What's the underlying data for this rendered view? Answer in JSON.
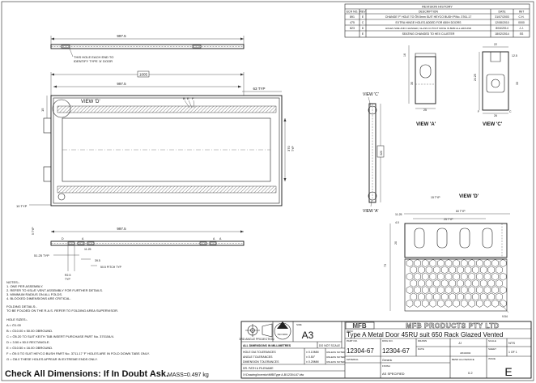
{
  "revision": {
    "title": "REVISION HISTORY",
    "headers": [
      "ECR NO.",
      "REV",
      "DESCRIPTION",
      "DATE",
      "INIT"
    ],
    "rows": [
      [
        "891",
        "E",
        "CHANGE 'F' HOLE TO Õ9.5mm SUIT HEYCO BUSH P/No. 3761-17",
        "31/07/2003",
        "C.H."
      ],
      [
        "475",
        "C",
        "EXTRA HINGE HOLES ADDED FOR 650H DOORS",
        "12/08/2010",
        "0000"
      ],
      [
        "823",
        "D",
        "HOLES SIZE AND CHANGED, GLASS CUTOUT MOVE IN 8MM ALL AROUND",
        "8/04/2014",
        "J.J."
      ],
      [
        "",
        "E",
        "SEATING CHANGED TO HEX CLUSTER",
        "18/02/2014",
        "SS"
      ]
    ]
  },
  "dims": {
    "d997_top": "997.5",
    "hole_note_1": "THIS HOLE EACH END TO",
    "hole_note_2": "IDENTIFY TYPE 'A' DOOR",
    "d1005": "1005",
    "d997_mid": "997.5",
    "d63": "63 TYP",
    "d15": "15",
    "d370": "370",
    "d320": "320",
    "d10": "10 TYP",
    "d997_bot": "997.5",
    "d51": "51.25 TYP",
    "d11": "11.25",
    "d395": "39.5",
    "d505": "50.5 PITCH TYP",
    "d125": "R2.5",
    "typ": "TYP",
    "d5typ": "5 TYP",
    "d24": "24.25",
    "d575": "57.5",
    "d25": "25",
    "d26": "26",
    "d12": "12.5",
    "d22": "22",
    "d16": "16",
    "d35": "35",
    "d33": "33",
    "d45": "4.5",
    "d60": "60 TYP",
    "d25typ": "25 TYP",
    "d95": "9.5",
    "d160": "16.0",
    "d40": "4.0",
    "d86": "8.6",
    "d152": "15.2",
    "d954": "9.54",
    "d20": "20",
    "d15typ": "15 TYP",
    "d73": "73",
    "d11v": "11"
  },
  "views": {
    "d": "VIEW 'D'",
    "c": "VIEW 'C'",
    "a": "VIEW 'A'",
    "a_det": "VIEW 'A'",
    "c_det": "VIEW 'C'",
    "d_det": "VIEW 'D'"
  },
  "labels": {
    "a": "A",
    "b": "B",
    "c": "C",
    "d": "D",
    "e": "E",
    "f": "F"
  },
  "notes": {
    "title": "NOTES:-",
    "items": [
      "1.  ONE PER ASSEMBLY.",
      "2.  REFER TO KSL/E VENT ASSEMBLY FOR FURTHER DETAILS.",
      "3.  MINIMUM RADIUS ON ALL FOLDS.",
      "4.  BLOCKED DIMENSIONS ARE CRITICAL."
    ],
    "folding_title": "FOLDING DETAILS:-",
    "folding_text": "TO BE FOLDED ON THE R.A.S. REFER TO FOLDING AREA SUPERVISOR.",
    "holes_title": "HOLE SIZES:-",
    "holes": [
      "A = Ö1.00",
      "B = Ö10.00 x 50.00 OBROUND.",
      "C = Ö5.20 TO SUIT KEITH TAB INSERT PURCHASE PART No. 370154/4.",
      "D = 3.50 x 50.0 RECTANGLE.",
      "E = Ö10.50 x 16.00 OBROUND.",
      "F = Ö9.5 TO SUIT HEYCO BUSH PART No. 3711.17 'F' HOLES ARE IN FOLD DOWN TABS ONLY.",
      "G = Ö8.0 THESE HOLES APPEAR IN EXTREME ENDS ONLY."
    ],
    "check": "Check All Dimensions: If In Doubt Ask.",
    "mass": "MASS=0.497 kg"
  },
  "title_block": {
    "projection": "3RD ANGLE PROJECTION",
    "cert": "ISO 9001",
    "size_label": "SIZE",
    "size": "A3",
    "units": "ALL DIMENSIONS IN MILLIMETRES",
    "no_scale": "DO NOT SCALE",
    "tol1": "HOLE DIA TOLERANCES",
    "tol1v": "± 0.10MM",
    "tol1n": "UNLESS NOTED",
    "tol2": "ANGLE TOLERANCES",
    "tol2v": "± 0.50°",
    "tol2n": "UNLESS NOTED",
    "tol3": "DIMENSION TOLERANCES",
    "tol3v": "± 0.25MM",
    "tol3n": "UNLESS NOTED",
    "path_label": "DR. PATH & FILENAME",
    "path": "X:\\Drawing\\Inventor\\MfB\\Type A-B\\12304-67.idw",
    "company_logo": "MFB",
    "company": "MFB PRODUCTS PTY LTD",
    "desc_label": "DESC",
    "desc": "Type A Metal Door 45RU suit 650 Rack Glazed Vented",
    "part_label": "PART NO.",
    "part": "12304-67",
    "dwg_label": "DWG NO.",
    "dwg": "12304-67",
    "drawn_label": "DRAWN",
    "drawn": "JJ",
    "scale_label": "SCALE",
    "scale": "NTS",
    "date_label": "DATE",
    "date": "4/04/2002",
    "sheet_label": "SHEET",
    "sheet": "1 OF 1",
    "issue_label": "ISSUE",
    "material_label": "MATERIAL",
    "material_val": "Generic",
    "finish_label": "FINISH",
    "finish": "AS SPECIFIED",
    "bend_label": "BEND ALLOWANCE",
    "bend": "0.2",
    "rev": "E"
  }
}
